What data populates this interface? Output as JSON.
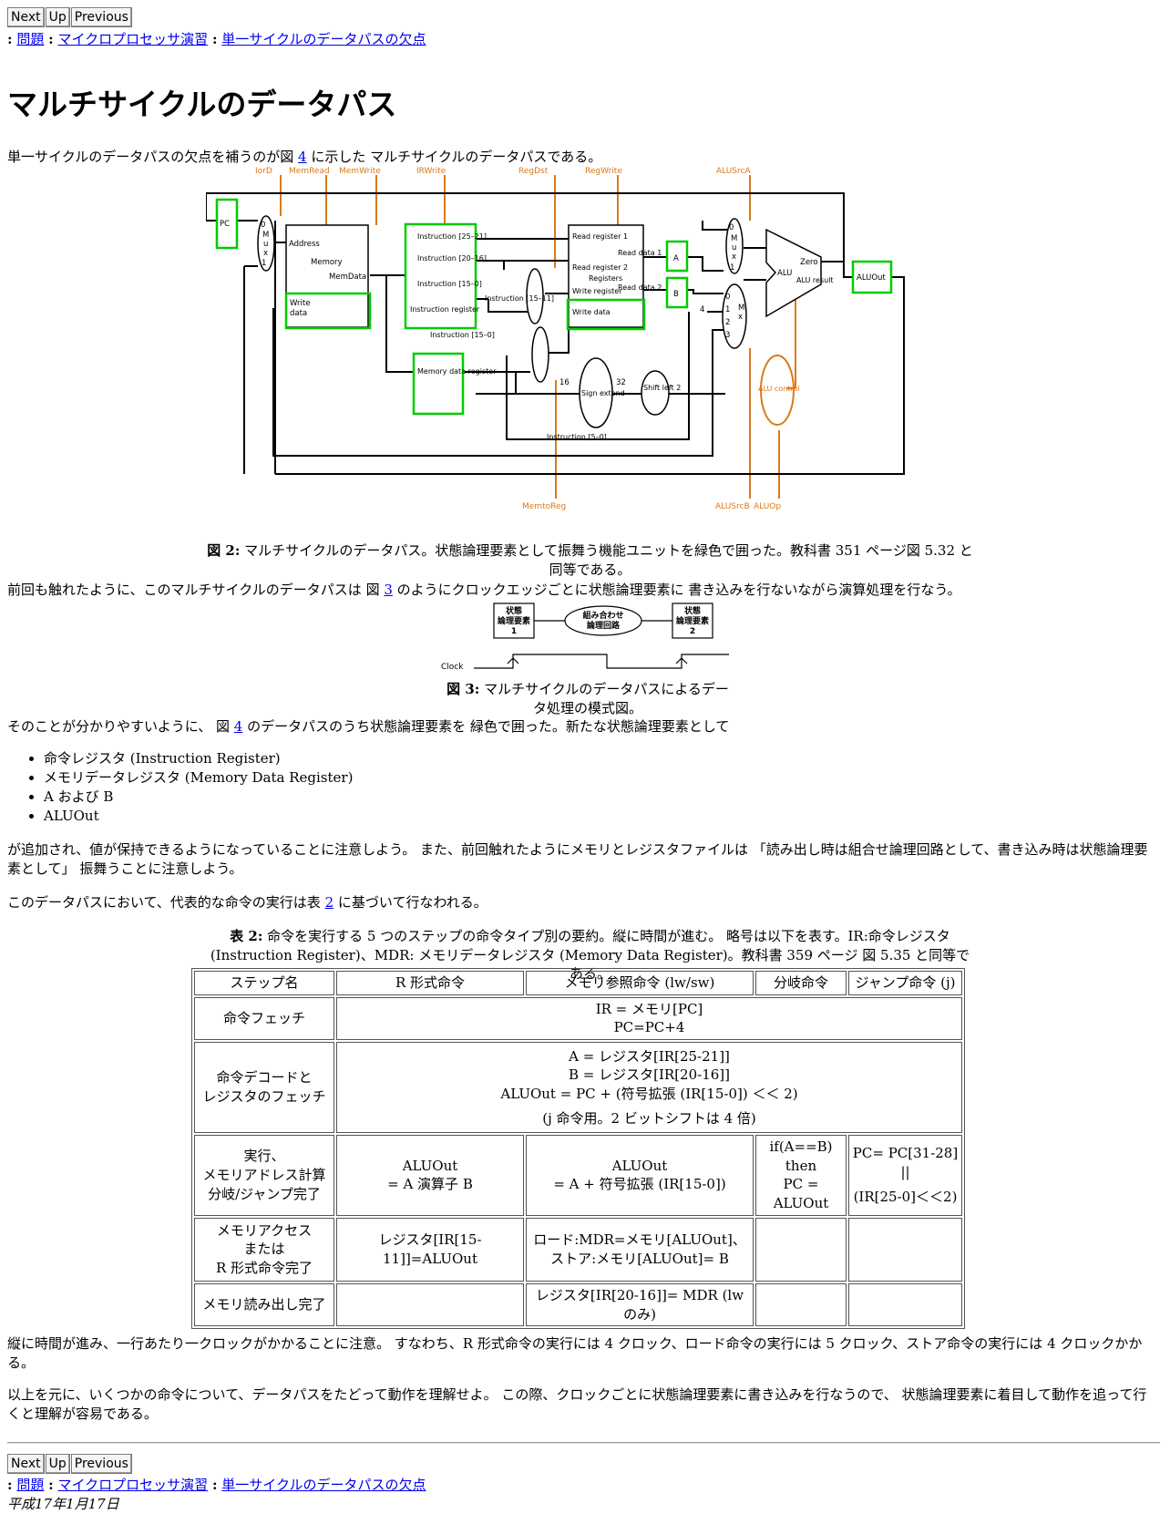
{
  "nav": {
    "next": "Next",
    "up": "Up",
    "previous": "Previous"
  },
  "breadcrumb": {
    "sep": ":",
    "item1": "問題",
    "item2": "マイクロプロセッサ演習",
    "item3": "単一サイクルのデータパスの欠点"
  },
  "title": "マルチサイクルのデータパス",
  "intro": {
    "before": "単一サイクルのデータパスの欠点を補うのが図 ",
    "ref": "4",
    "after": " に示した マルチサイクルのデータパスである。"
  },
  "figure2": {
    "controls": {
      "iord": "IorD",
      "memread": "MemRead",
      "memwrite": "MemWrite",
      "irwrite": "IRWrite",
      "regdst": "RegDst",
      "regwrite": "RegWrite",
      "alusrca": "ALUSrcA",
      "memtoreg": "MemtoReg",
      "alusrcb": "ALUSrcB",
      "aluop": "ALUOp"
    },
    "labels": {
      "pc": "PC",
      "mux": "M",
      "mux2": "u",
      "mux3": "x",
      "zero": "0",
      "one": "1",
      "two": "2",
      "three": "3",
      "address": "Address",
      "memory": "Memory",
      "memdata": "MemData",
      "write": "Write",
      "data": "data",
      "instr_2521": "Instruction [25–21]",
      "instr_2016": "Instruction [20–16]",
      "instr_150": "Instruction [15–0]",
      "instruction_register": "Instruction register",
      "instr_1511": "Instruction [15–11]",
      "instr_150b": "Instruction [15–0]",
      "read_register1": "Read register 1",
      "read_register2": "Read register 2",
      "registers": "Registers",
      "write_register": "Write register",
      "read_data1": "Read data 1",
      "read_data2": "Read data 2",
      "write_data": "Write data",
      "a": "A",
      "b": "B",
      "four": "4",
      "alu": "ALU",
      "alu_zero": "Zero",
      "alu_result": "ALU result",
      "aluout": "ALUOut",
      "mdr": "Memory data register",
      "n16": "16",
      "n32": "32",
      "sign_extend": "Sign extend",
      "shift_left2": "Shift left 2",
      "alu_control": "ALU control",
      "instr_50": "Instruction [5–0]"
    }
  },
  "caption2": {
    "label": "図 2:",
    "text": " マルチサイクルのデータパス。状態論理要素として振舞う機能ユニットを緑色で囲った。教科書 351 ページ図 5.32 と同等である。"
  },
  "para2": {
    "before": "前回も触れたように、このマルチサイクルのデータパスは 図 ",
    "ref": "3",
    "after": " のようにクロックエッジごとに状態論理要素に 書き込みを行ないながら演算処理を行なう。"
  },
  "figure3": {
    "state1_a": "状態",
    "state1_b": "論理要素",
    "state1_c": "1",
    "comb_a": "組み合わせ",
    "comb_b": "論理回路",
    "state2_a": "状態",
    "state2_b": "論理要素",
    "state2_c": "2",
    "clock": "Clock"
  },
  "caption3": {
    "label": "図 3:",
    "text": " マルチサイクルのデータパスによるデータ処理の模式図。"
  },
  "para3": {
    "before": "そのことが分かりやすいように、 図 ",
    "ref": "4",
    "after": " のデータパスのうち状態論理要素を 緑色で囲った。新たな状態論理要素として"
  },
  "items": [
    "命令レジスタ (Instruction Register)",
    "メモリデータレジスタ (Memory Data Register)",
    "A および B",
    "ALUOut"
  ],
  "para4": "が追加され、値が保持できるようになっていることに注意しよう。 また、前回触れたようにメモリとレジスタファイルは 「読み出し時は組合せ論理回路として、書き込み時は状態論理要素として」 振舞うことに注意しよう。",
  "para5": {
    "before": "このデータパスにおいて、代表的な命令の実行は表 ",
    "ref": "2",
    "after": " に基づいて行なわれる。"
  },
  "table_caption": {
    "label": "表 2:",
    "text": " 命令を実行する 5 つのステップの命令タイプ別の要約。縦に時間が進む。 略号は以下を表す。IR:命令レジスタ (Instruction Register)、MDR: メモリデータレジスタ (Memory Data Register)。教科書 359 ページ 図 5.35 と同等である。"
  },
  "table": {
    "headers": [
      "ステップ名",
      "R 形式命令",
      "メモリ参照命令 (lw/sw)",
      "分岐命令",
      "ジャンプ命令 (j)"
    ],
    "fetch": {
      "step": "命令フェッチ",
      "line1": "IR = メモリ[PC]",
      "line2": "PC=PC+4"
    },
    "decode": {
      "step1": "命令デコードと",
      "step2": "レジスタのフェッチ",
      "line1": "A = レジスタ[IR[25-21]]",
      "line2": "B = レジスタ[IR[20-16]]",
      "line3": "ALUOut = PC + (符号拡張 (IR[15-0]) ＜＜ 2)",
      "line4": "(j 命令用。2 ビットシフトは 4 倍)"
    },
    "exec": {
      "step1": "実行、",
      "step2": "メモリアドレス計算",
      "step3": "分岐/ジャンプ完了",
      "r1": "ALUOut",
      "r2": "= A 演算子 B",
      "m1": "ALUOut",
      "m2": "= A + 符号拡張 (IR[15-0])",
      "b1": "if(A==B) then",
      "b2": "PC = ALUOut",
      "j1": "PC= PC[31-28] ||",
      "j2": "(IR[25-0]＜＜2)"
    },
    "mem": {
      "step1": "メモリアクセス",
      "step2": "または",
      "step3": "R 形式命令完了",
      "r": "レジスタ[IR[15-11]]=ALUOut",
      "m1": "ロード:MDR=メモリ[ALUOut]、",
      "m2": "ストア:メモリ[ALUOut]= B"
    },
    "wb": {
      "step": "メモリ読み出し完了",
      "m": "レジスタ[IR[20-16]]= MDR (lw のみ)"
    }
  },
  "para6": "縦に時間が進み、一行あたり一クロックがかかることに注意。 すなわち、R 形式命令の実行には 4 クロック、ロード命令の実行には 5 クロック、ストア命令の実行には 4 クロックかかる。",
  "para7": "以上を元に、いくつかの命令について、データパスをたどって動作を理解せよ。 この際、クロックごとに状態論理要素に書き込みを行なうので、 状態論理要素に着目して動作を追って行くと理解が容易である。",
  "date": "平成17年1月17日",
  "colors": {
    "state_element": "#00cc00",
    "control": "#d97a1a",
    "link": "#0000ee"
  }
}
